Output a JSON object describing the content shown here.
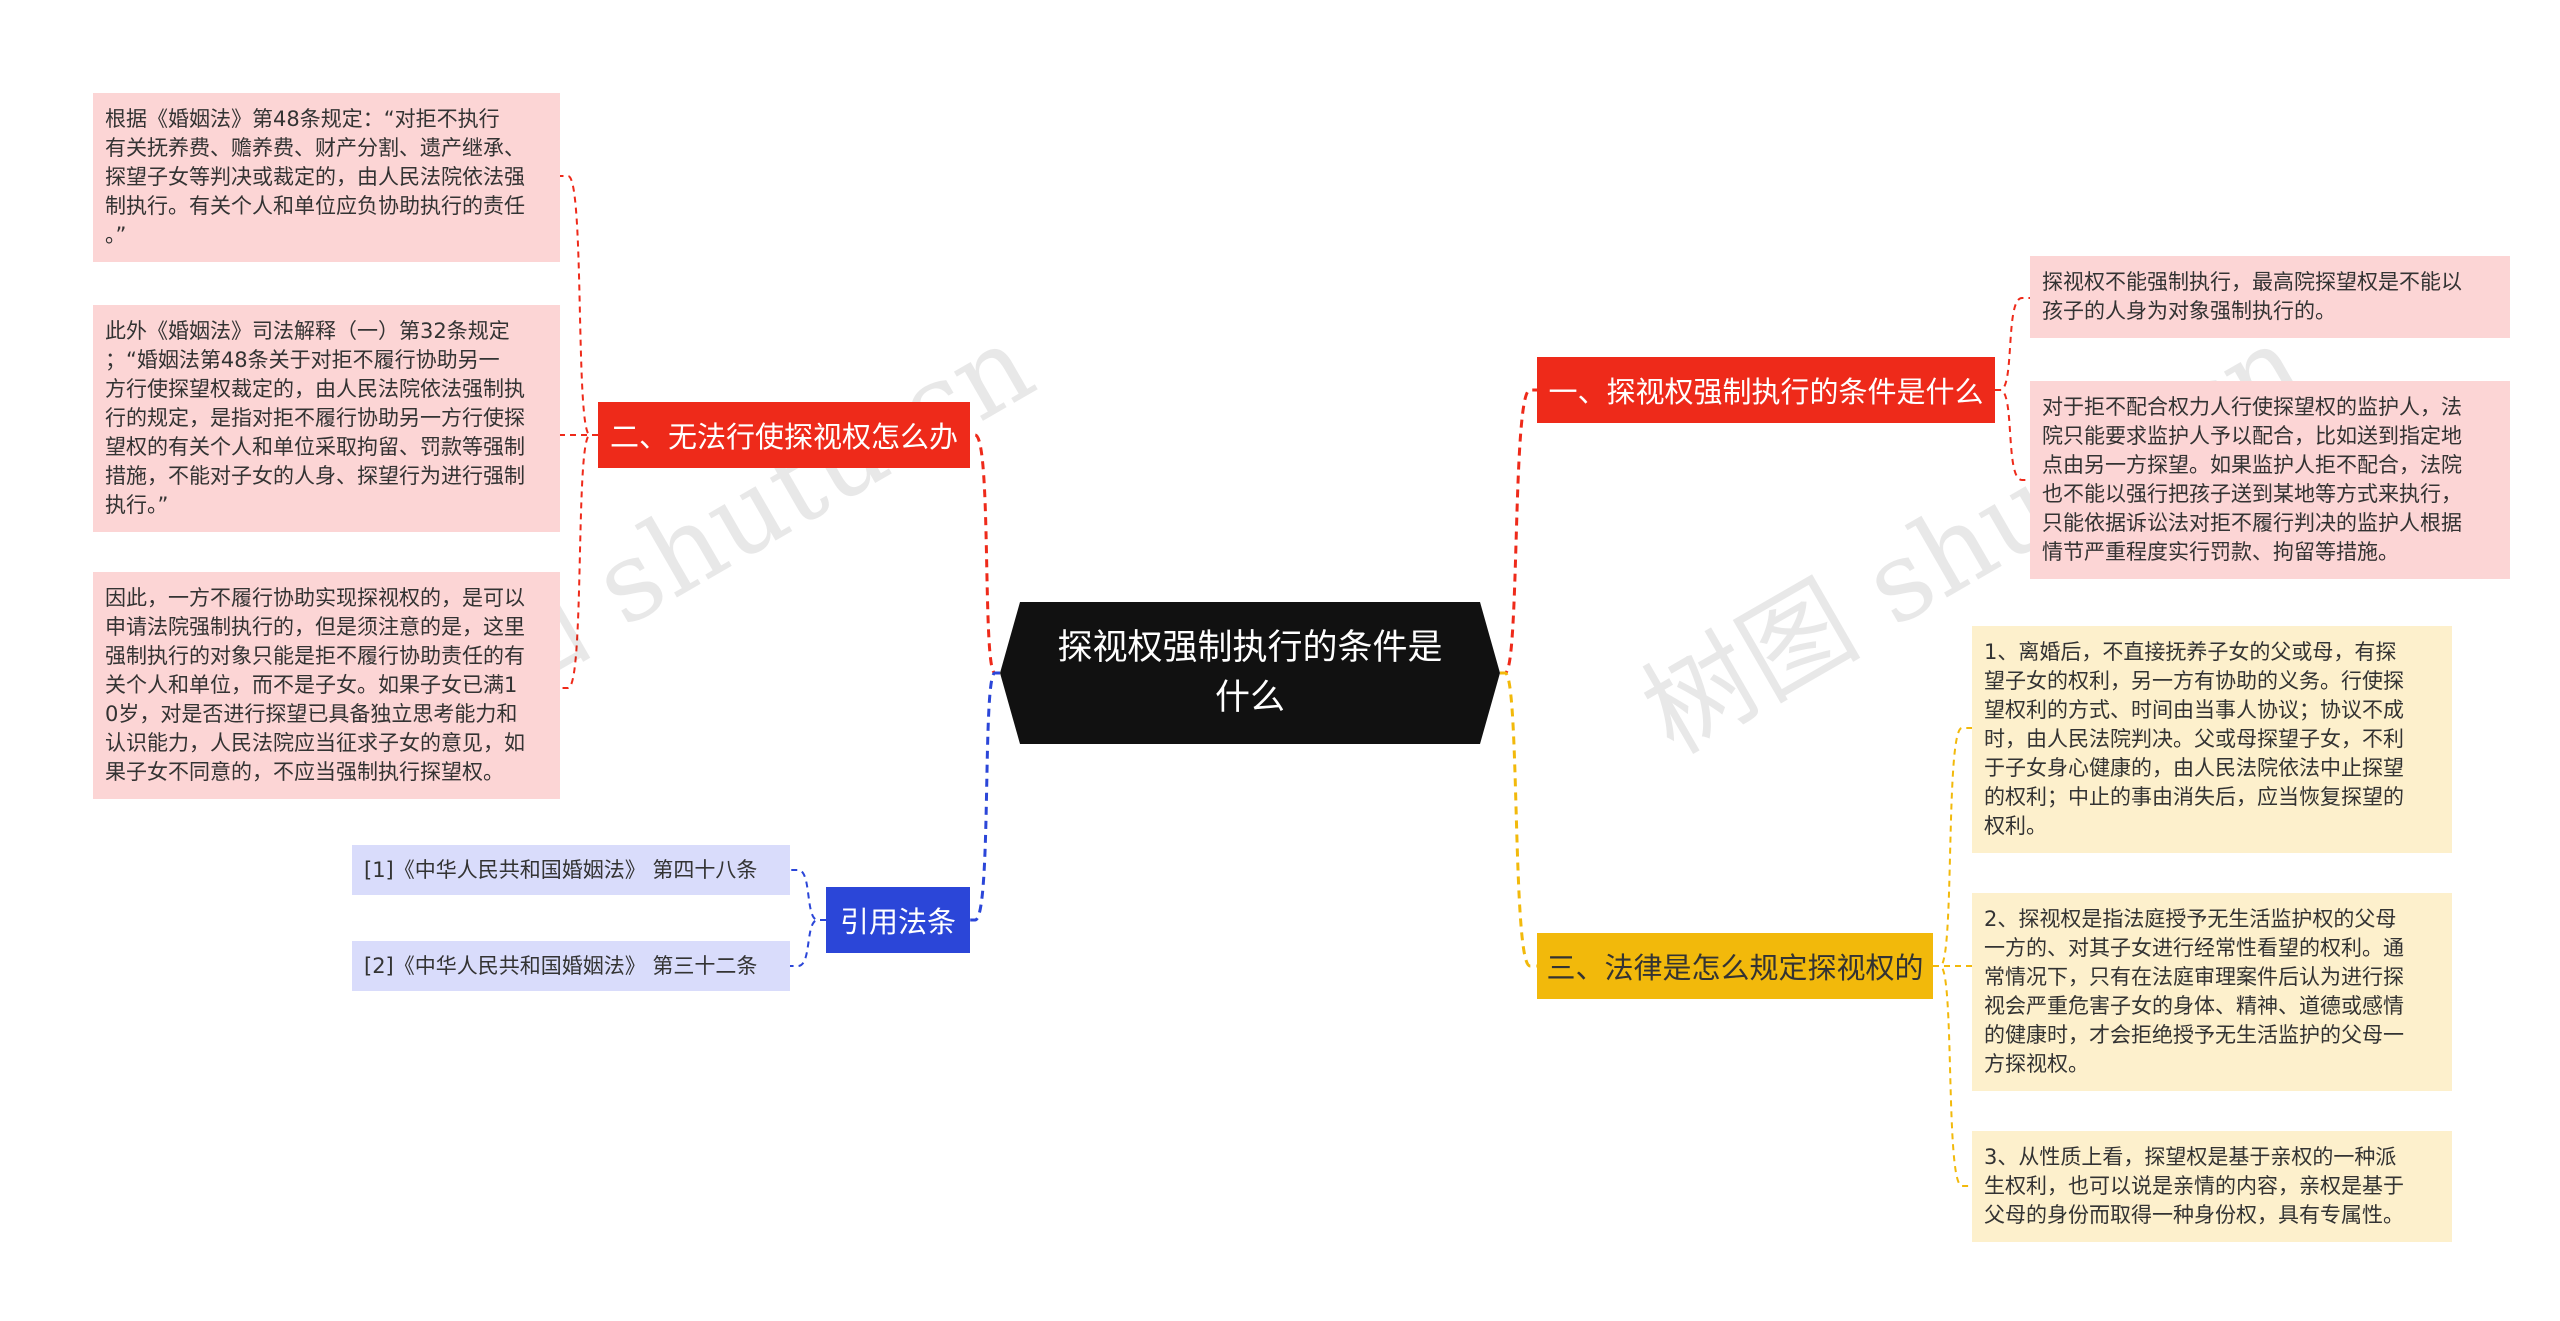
{
  "root": {
    "title": "探视权强制执行的条件是什么"
  },
  "branches": {
    "right_top": {
      "label": "一、探视权强制执行的条件是什么",
      "color": "#ee2a1a"
    },
    "right_bottom": {
      "label": "三、法律是怎么规定探视权的",
      "color": "#f2b90b"
    },
    "left_top": {
      "label": "二、无法行使探视权怎么办",
      "color": "#ee2a1a"
    },
    "left_bottom": {
      "label": "引用法条",
      "color": "#2b46d8"
    }
  },
  "leaves": {
    "rt1": "探视权不能强制执行，最高院探望权是不能以\n孩子的人身为对象强制执行的。",
    "rt2": "对于拒不配合权力人行使探望权的监护人，法\n院只能要求监护人予以配合，比如送到指定地\n点由另一方探望。如果监护人拒不配合，法院\n也不能以强行把孩子送到某地等方式来执行，\n只能依据诉讼法对拒不履行判决的监护人根据\n情节严重程度实行罚款、拘留等措施。",
    "rb1": "1、离婚后，不直接抚养子女的父或母，有探\n望子女的权利，另一方有协助的义务。行使探\n望权利的方式、时间由当事人协议；协议不成\n时，由人民法院判决。父或母探望子女，不利\n于子女身心健康的，由人民法院依法中止探望\n的权利；中止的事由消失后，应当恢复探望的\n权利。",
    "rb2": "2、探视权是指法庭授予无生活监护权的父母\n一方的、对其子女进行经常性看望的权利。通\n常情况下，只有在法庭审理案件后认为进行探\n视会严重危害子女的身体、精神、道德或感情\n的健康时，才会拒绝授予无生活监护的父母一\n方探视权。",
    "rb3": "3、从性质上看，探望权是基于亲权的一种派\n生权利，也可以说是亲情的内容，亲权是基于\n父母的身份而取得一种身份权，具有专属性。",
    "lt1": "根据《婚姻法》第48条规定：“对拒不执行\n有关抚养费、赡养费、财产分割、遗产继承、\n探望子女等判决或裁定的，由人民法院依法强\n制执行。有关个人和单位应负协助执行的责任\n。”",
    "lt2": "此外《婚姻法》司法解释（一）第32条规定\n；“婚姻法第48条关于对拒不履行协助另一\n方行使探望权裁定的，由人民法院依法强制执\n行的规定，是指对拒不履行协助另一方行使探\n望权的有关个人和单位采取拘留、罚款等强制\n措施，不能对子女的人身、探望行为进行强制\n执行。”",
    "lt3": "因此，一方不履行协助实现探视权的，是可以\n申请法院强制执行的，但是须注意的是，这里\n强制执行的对象只能是拒不履行协助责任的有\n关个人和单位，而不是子女。如果子女已满1\n0岁，对是否进行探望已具备独立思考能力和\n认识能力，人民法院应当征求子女的意见，如\n果子女不同意的，不应当强制执行探望权。",
    "lb1": "[1]《中华人民共和国婚姻法》 第四十八条",
    "lb2": "[2]《中华人民共和国婚姻法》 第三十二条"
  },
  "watermarks": [
    "树图 shutu.cn",
    "树图 shutu.cn"
  ]
}
